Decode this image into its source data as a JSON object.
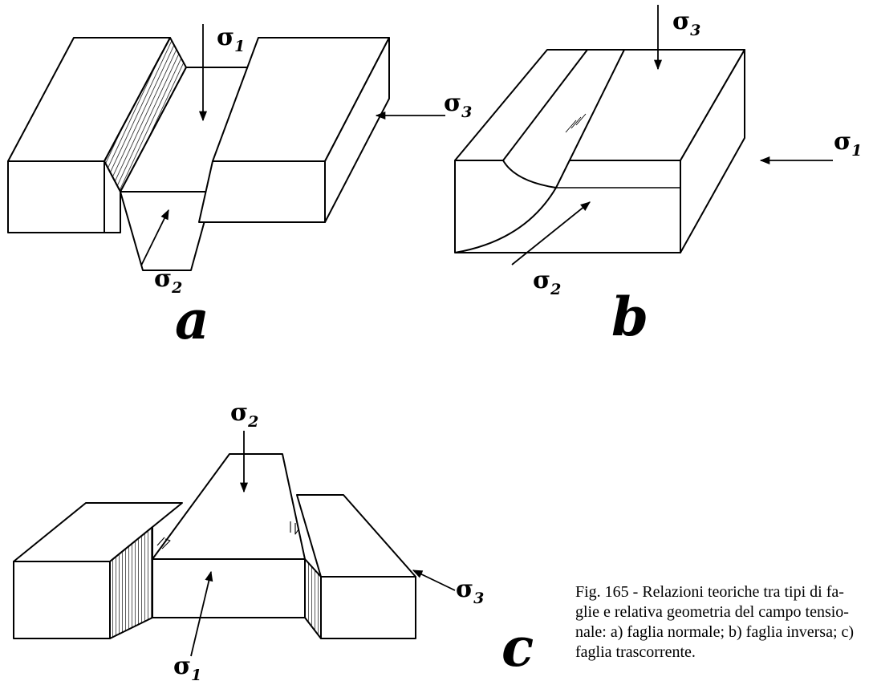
{
  "panels": {
    "a": {
      "letter": "a",
      "stress_labels": [
        {
          "base": "σ",
          "sub": "1"
        },
        {
          "base": "σ",
          "sub": "3"
        },
        {
          "base": "σ",
          "sub": "2"
        }
      ]
    },
    "b": {
      "letter": "b",
      "stress_labels": [
        {
          "base": "σ",
          "sub": "3"
        },
        {
          "base": "σ",
          "sub": "1"
        },
        {
          "base": "σ",
          "sub": "2"
        }
      ]
    },
    "c": {
      "letter": "c",
      "stress_labels": [
        {
          "base": "σ",
          "sub": "2"
        },
        {
          "base": "σ",
          "sub": "3"
        },
        {
          "base": "σ",
          "sub": "1"
        }
      ]
    }
  },
  "caption": {
    "lines": [
      "Fig.  165 - Relazioni teoriche tra tipi di fa-",
      "glie e relativa geometria del campo tensio-",
      "nale: a) faglia normale; b) faglia inversa; c)",
      "faglia trascorrente."
    ]
  }
}
